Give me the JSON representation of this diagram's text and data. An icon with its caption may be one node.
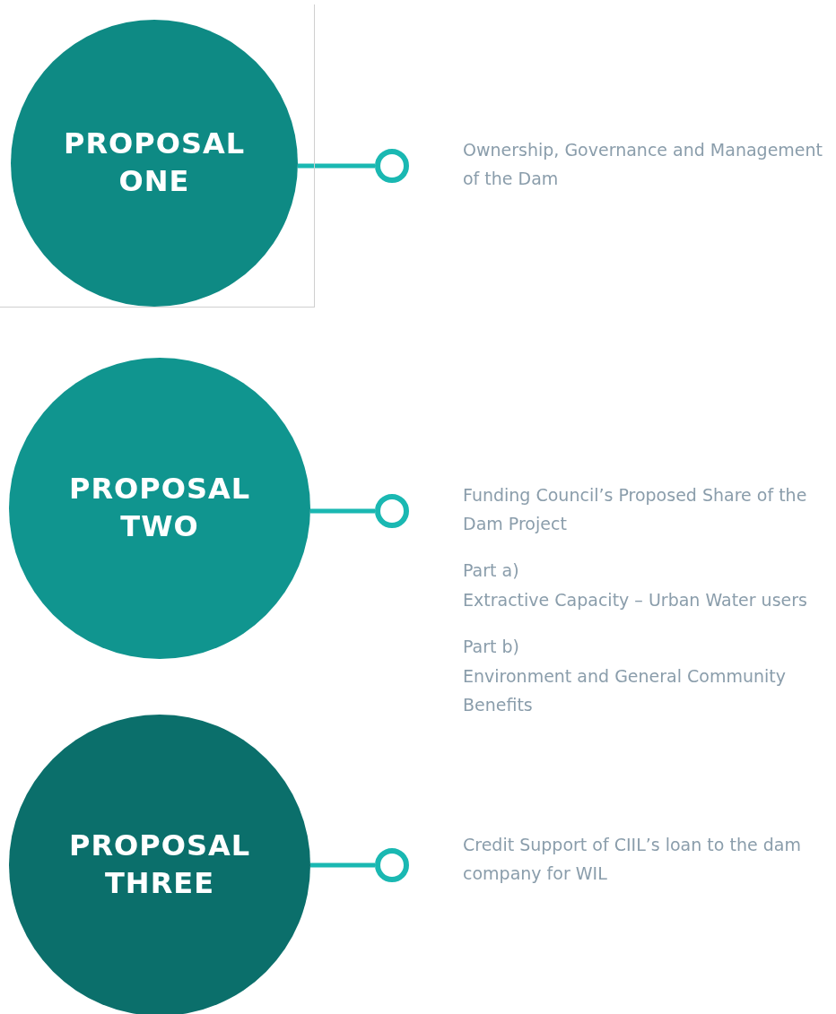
{
  "diagram": {
    "nodes": [
      {
        "text": [
          "PROPOSAL ONE"
        ]
      },
      {
        "text": [],
        "shape": "circle"
      },
      {
        "text": [
          "PROPOSAL TWO"
        ]
      },
      {
        "text": [],
        "shape": "circle"
      },
      {
        "text": [
          "PROPOSAL THREE"
        ]
      },
      {
        "text": [],
        "shape": "circle"
      }
    ],
    "edges": [
      {
        "from": 0,
        "to": 1,
        "arrow": "none"
      },
      {
        "from": 2,
        "to": 3,
        "arrow": "none"
      },
      {
        "from": 4,
        "to": 5,
        "arrow": "none"
      }
    ],
    "labels": [
      "Ownership, Governance and Management of the Dam",
      "Funding Council’s Proposed Share of the Dam Project",
      "Part a)",
      "Extractive Capacity – Urban Water users",
      "Part b)",
      "Environment and General Community Benefits",
      "Credit Support of CIIL’s loan to the dam company for WIL"
    ]
  }
}
